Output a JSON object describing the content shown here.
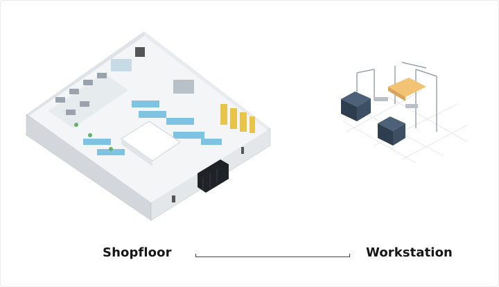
{
  "levels": {
    "left_label": "Shopfloor",
    "right_label": "Workstation"
  },
  "icons": {
    "shopfloor": "shopfloor-isometric-illustration",
    "workstation": "workstation-isometric-illustration"
  }
}
